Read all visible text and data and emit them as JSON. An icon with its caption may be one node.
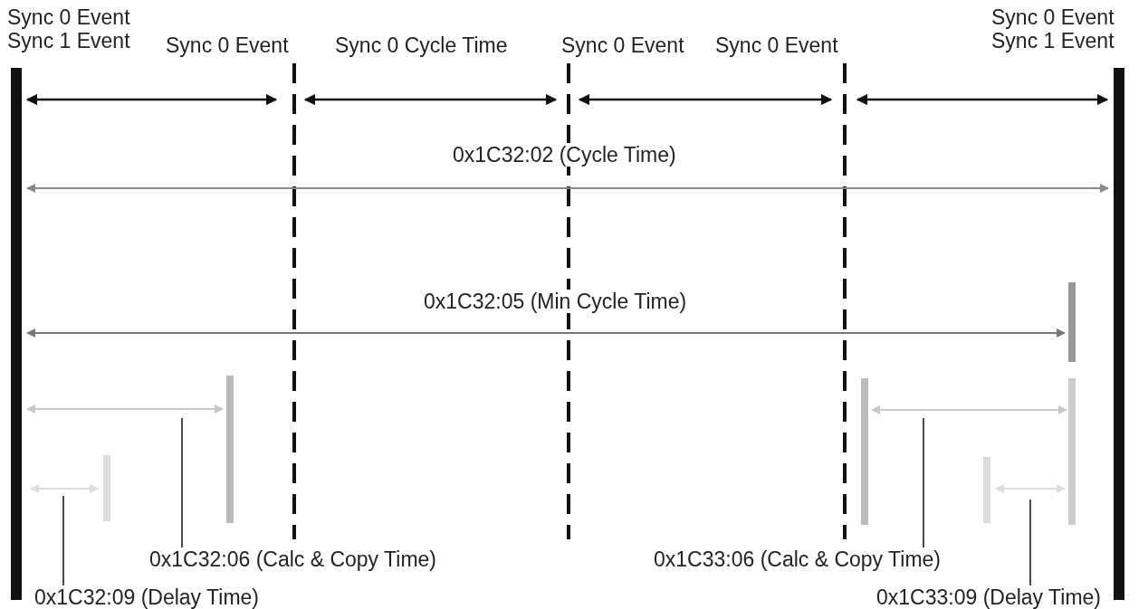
{
  "diagram": {
    "nodes": [
      {
        "text": [
          "0x1C32:09 (Delay Time)"
        ]
      },
      {
        "text": [
          "0x1C32:06 (Calc & Copy Time)"
        ]
      },
      {
        "text": [
          "0x1C33:06 (Calc & Copy Time)"
        ]
      },
      {
        "text": [
          "0x1C33:09 (Delay Time)"
        ]
      }
    ],
    "edges": [
      {
        "from": 0,
        "to": null,
        "arrow": "none"
      },
      {
        "from": 1,
        "to": null,
        "arrow": "none"
      },
      {
        "from": 2,
        "to": null,
        "arrow": "none"
      },
      {
        "from": 3,
        "to": null,
        "arrow": "none"
      }
    ],
    "labels": [
      "Sync 0 Event",
      "Sync 1 Event",
      "Sync 0 Event",
      "Sync 0 Cycle Time",
      "Sync 0 Event",
      "Sync 0 Event",
      "Sync 0 Event",
      "Sync 1 Event",
      "0x1C32:02 (Cycle Time)",
      "0x1C32:05 (Min Cycle Time)"
    ]
  }
}
